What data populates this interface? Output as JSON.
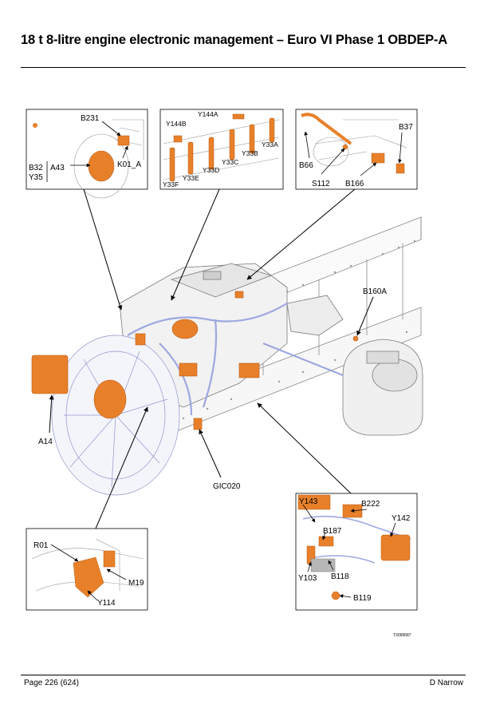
{
  "page": {
    "title": "18 t 8-litre engine electronic management – Euro VI Phase 1 OBDEP-A",
    "footer_left": "Page 226 (624)",
    "footer_right": "D Narrow",
    "figure_id": "T3099587"
  },
  "inset_fan": {
    "labels": {
      "b231": "B231",
      "b32": "B32",
      "y35": "Y35",
      "a43": "A43",
      "k01a": "K01_A"
    }
  },
  "inset_injectors": {
    "labels": {
      "y144a": "Y144A",
      "y144b": "Y144B",
      "y33a": "Y33A",
      "y33b": "Y33B",
      "y33c": "Y33C",
      "y33d": "Y33D",
      "y33e": "Y33E",
      "y33f": "Y33F"
    }
  },
  "inset_turbo": {
    "labels": {
      "b37": "B37",
      "b66": "B66",
      "s112": "S112",
      "b166": "B166"
    }
  },
  "inset_r01": {
    "labels": {
      "r01": "R01",
      "m19": "M19",
      "y114": "Y114"
    }
  },
  "inset_pump": {
    "labels": {
      "y143": "Y143",
      "b222": "B222",
      "b187": "B187",
      "y142": "Y142",
      "y103": "Y103",
      "b118": "B118",
      "b119": "B119"
    }
  },
  "main": {
    "labels": {
      "b160a": "B160A",
      "a14": "A14",
      "gic020": "GIC020"
    }
  },
  "colors": {
    "component": "#e8802a",
    "component_dark": "#b85a14",
    "line": "#000000",
    "frame": "#6a6a6a",
    "cable": "#9ea8e0"
  }
}
